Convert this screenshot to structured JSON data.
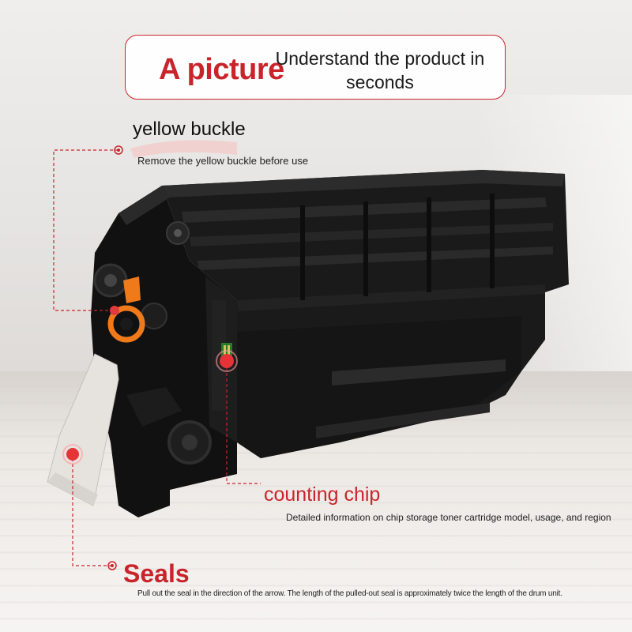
{
  "header": {
    "title": "A picture",
    "subtitle": "Understand the product in seconds"
  },
  "callouts": {
    "yellow_buckle": {
      "title": "yellow buckle",
      "description": "Remove the yellow buckle before use"
    },
    "counting_chip": {
      "title": "counting chip",
      "description": "Detailed information on chip storage toner cartridge model, usage, and region"
    },
    "seals": {
      "title": "Seals",
      "description": "Pull out the seal in the direction of the arrow. The length of the pulled-out seal is approximately twice the length of the drum unit."
    }
  },
  "colors": {
    "accent": "#c9242b",
    "buckle": "#f07a1a",
    "cartridge": "#141414",
    "chip": "#2a7a2a"
  },
  "icons": {
    "marker": "target-dot-icon"
  }
}
